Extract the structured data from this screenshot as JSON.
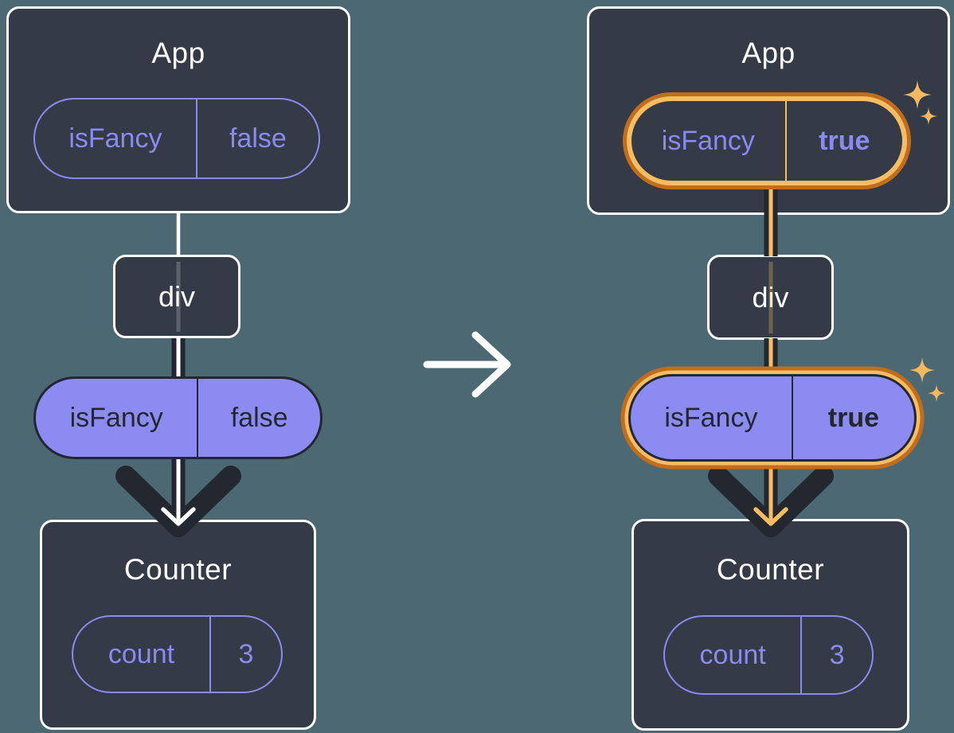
{
  "colors": {
    "bg": "#4C6872",
    "card": "#343A46",
    "card-border": "#FFFFFF",
    "ink": "#FFFFFF",
    "dark": "#23272F",
    "purple": "#8A8BF2",
    "purple-fill": "#8B8BF2",
    "orange-light": "#F8BC62",
    "orange-dark": "#C06E1E",
    "sparkle": "#F5B860"
  },
  "before": {
    "app": {
      "title": "App",
      "state": {
        "name": "isFancy",
        "value": "false"
      }
    },
    "child": {
      "label": "div"
    },
    "prop": {
      "name": "isFancy",
      "value": "false"
    },
    "counter": {
      "title": "Counter",
      "state": {
        "name": "count",
        "value": "3"
      }
    }
  },
  "after": {
    "app": {
      "title": "App",
      "state": {
        "name": "isFancy",
        "value": "true"
      }
    },
    "child": {
      "label": "div"
    },
    "prop": {
      "name": "isFancy",
      "value": "true"
    },
    "counter": {
      "title": "Counter",
      "state": {
        "name": "count",
        "value": "3"
      }
    }
  }
}
